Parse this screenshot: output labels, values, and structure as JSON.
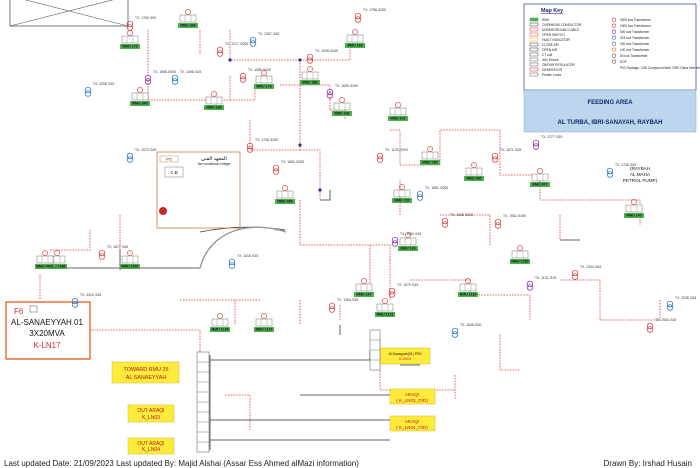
{
  "legend": {
    "title": "Map Key",
    "left_items": [
      "RMU",
      "OVERHEAD CONDUCTOR",
      "UNDERGROUND CABLE",
      "OPEN SWITCH",
      "FAULT INDICATOR",
      "CLOSE AIR",
      "OPEN AIR",
      "CT unit",
      "Arm Fixture",
      "CB/FAIR REGULATOR",
      "GENERATOR",
      "Private Locks"
    ],
    "right_items": [
      "2000 kva Transformer",
      "1500 kva Transformer",
      "500 kva Transformer",
      "315 kva Transformer",
      "200 kva Transformer",
      "100 kva Transformer",
      "50 kva Transformer",
      "DOF",
      "P/G-Package, C/W-Compound Wall, GRP-Glass fiber reinforced plastic"
    ]
  },
  "feeding_area": {
    "line1": "FEEDING AREA",
    "line2": "AL TURBA, IBRI-SANAYAH, RAYBAH"
  },
  "source": {
    "feeder": "F6",
    "name": "AL-SANAEYYAH 01",
    "rating": "3X20MVA",
    "code": "K-LN17"
  },
  "boxes": [
    {
      "line1": "TOWARD RMU 25",
      "line2": "AL SANAEYYAH"
    },
    {
      "line1": "OUT ARAQI",
      "line2": "K_LN03"
    },
    {
      "line1": "OUT ARAQI",
      "line2": "K_LN04"
    },
    {
      "line1": "Al-Sanayyah(01) PSS",
      "line2": "K-LN13"
    }
  ],
  "araqi": [
    {
      "line1": "ARAQI",
      "line2": "( K_LN03_O/D)"
    },
    {
      "line1": "ARAQI",
      "line2": "( K_LN04_O/D)"
    }
  ],
  "raybah": {
    "line1": "(RAYBAH",
    "line2": "AL MAHA",
    "line3": "PETROL PUMP)"
  },
  "college": {
    "title": "المعهد الفني",
    "subtitle": "Ibri vocational college",
    "cb": "C.B",
    "vtc": "VTC"
  },
  "rmus": [
    {
      "label": "RMU 348"
    },
    {
      "label": "RMU 175"
    },
    {
      "label": "RMU 178"
    },
    {
      "label": "RMU 163"
    },
    {
      "label": "RMU 340"
    },
    {
      "label": "RMU 386"
    },
    {
      "label": "RMU 246"
    },
    {
      "label": "RMU 188"
    },
    {
      "label": "RMU 450"
    },
    {
      "label": "RMU 142"
    },
    {
      "label": "RMU 780"
    },
    {
      "label": "RMU 950"
    },
    {
      "label": "RMU 737"
    },
    {
      "label": "RMU 871"
    },
    {
      "label": "RMU 140"
    },
    {
      "label": "RMU 136"
    },
    {
      "label": "RMU 1086"
    },
    {
      "label": "RMU 1001"
    },
    {
      "label": "RMU 147"
    },
    {
      "label": "RMU 1121"
    },
    {
      "label": "RMU 1138"
    },
    {
      "label": "RMU 1137"
    },
    {
      "label": "RMU 1119"
    },
    {
      "label": "RMU 1050"
    },
    {
      "label": "RMU 4001"
    }
  ],
  "tx": [
    {
      "label": "TX. 1769 /200"
    },
    {
      "label": "TX. 1717 /1000"
    },
    {
      "label": "TX. 1558 /1000"
    },
    {
      "label": "TX. 1496 /315"
    },
    {
      "label": "TX. 1595 /1000"
    },
    {
      "label": "TX. 2357 /315"
    },
    {
      "label": "TX. 1528 /1000"
    },
    {
      "label": "TX. 1758 /1000"
    },
    {
      "label": "TX. 1605 /1000"
    },
    {
      "label": "TX. 2098 /315"
    },
    {
      "label": "TX. 1718 /1000"
    },
    {
      "label": "TX. 2073 /315"
    },
    {
      "label": "TX. 1663 /1000"
    },
    {
      "label": "TX. 1129 /1000"
    },
    {
      "label": "TX. 2277 /315"
    },
    {
      "label": "TX. 1736 /315"
    },
    {
      "label": "TX. 1871 /315"
    },
    {
      "label": "TX. 1881 /1000"
    },
    {
      "label": "TX. 1638 /1000"
    },
    {
      "label": "TX. 1062 /1000"
    },
    {
      "label": "TX. 1980 /315"
    },
    {
      "label": "TX. 1316 /315"
    },
    {
      "label": "TX. 1877 /315"
    },
    {
      "label": "TX. 2310 /315"
    },
    {
      "label": "TX. 1364 /315"
    },
    {
      "label": "TX. 1979 /315"
    },
    {
      "label": "TX. 1131 /315"
    },
    {
      "label": "TX. 1848 /200"
    },
    {
      "label": "TX. 2344 /315"
    },
    {
      "label": "TX. 2338 /315"
    },
    {
      "label": "TX. 2063 /315"
    }
  ],
  "footer": {
    "left": "Last updated Date: 21/09/2023   Last updated By: Majid Alshai (Assar Ess Ahmed alMazi information)",
    "right": "Drawn By: Irshad Husain"
  },
  "colors": {
    "feed_bg": "#bcd6ee",
    "rmu": "#4caf50",
    "cable": "#e53935",
    "overhead": "#333333",
    "box": "#ffeb3b",
    "source_border": "#e65100"
  }
}
